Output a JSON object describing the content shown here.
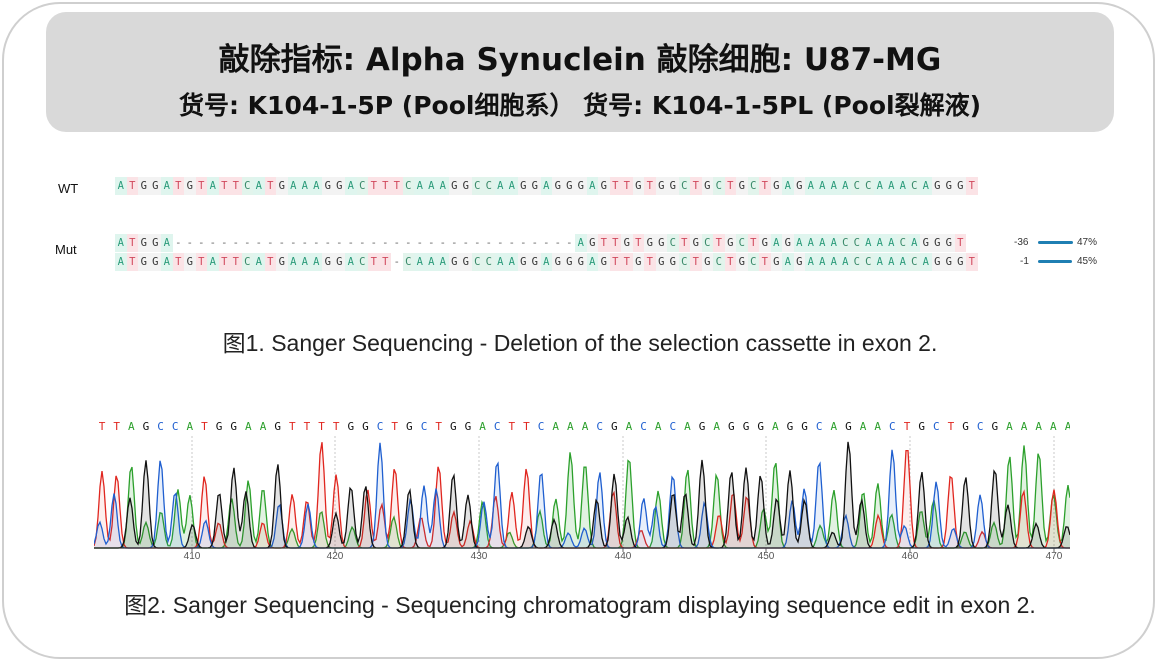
{
  "header": {
    "line1": "敲除指标: Alpha Synuclein    敲除细胞: U87-MG",
    "line2": "货号: K104-1-5P (Pool细胞系）  货号: K104-1-5PL (Pool裂解液)"
  },
  "figure1": {
    "wt_label": "WT",
    "mut_label": "Mut",
    "wt_seq": "ATGGATGTATTCATGAAAGGACTTTCAAAGGCCAAGGAGGGAGTTGTGGCTGCTGCTGAGAAAACCAAACAGGGT",
    "mut_seq1": "ATGGA-----------------------------------AGTTGTGGCTGCTGCTGAGAAAACCAAACAGGGT",
    "mut_seq2": "ATGGATGTATTCATGAAAGGACTT-CAAAGGCCAAGGAGGGAGTTGTGGCTGCTGCTGAGAAAACCAAACAGGGT",
    "allele1_indel": "-36",
    "allele1_pct": "47%",
    "allele1_fraction": 0.47,
    "allele2_indel": "-1",
    "allele2_pct": "45%",
    "allele2_fraction": 0.45,
    "caption": "图1. Sanger Sequencing - Deletion of the selection cassette in exon 2."
  },
  "figure2": {
    "basecalls": "TTAGCCATGGAAGTTTTGGCTGCTGGACTTCAAACGACACAGAGGGAGGCAGAACTGCTGCGAAAAA",
    "ticks": [
      "410",
      "420",
      "430",
      "440",
      "450",
      "460",
      "470"
    ],
    "caption": "图2. Sanger Sequencing - Sequencing chromatogram displaying sequence edit in exon 2.",
    "colors": {
      "A": "#2ca02c",
      "C": "#1f5fd0",
      "G": "#111111",
      "T": "#e0261f"
    }
  }
}
